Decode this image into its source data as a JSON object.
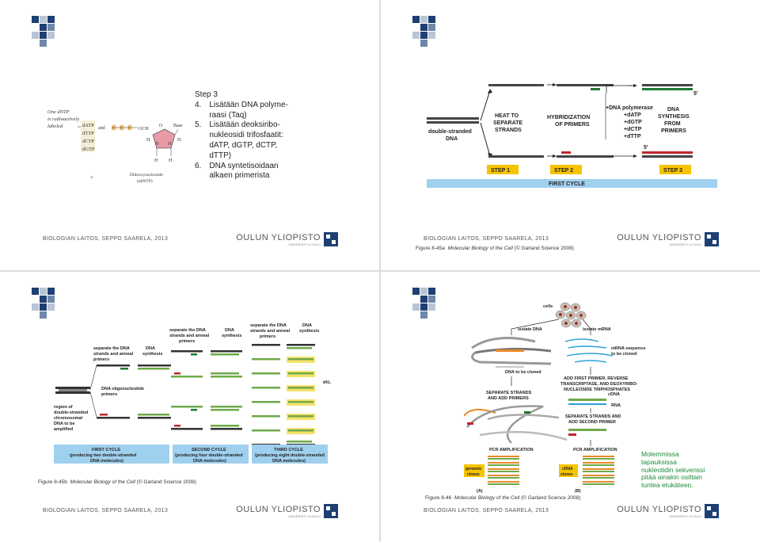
{
  "footer_org": "BIOLOGIAN LAITOS, SEPPO SAARELA, 2013",
  "university": {
    "name": "OULUN YLIOPISTO",
    "sub": "UNIVERSITY of OULU"
  },
  "slide1": {
    "ddntp": {
      "note_lines": [
        "One dNTP",
        "is radioactively",
        "labeled"
      ],
      "dntps": [
        "dATP",
        "dTTP",
        "dCTP",
        "dGTP"
      ],
      "and": "and",
      "plus": "+",
      "och2": "OCH",
      "base": "Base",
      "o": "O",
      "h": "H",
      "ddntp_name": "Dideoxynucleotide",
      "ddntp_abbr": "(ddNTP)",
      "p": "P"
    },
    "step_heading": "Step 3",
    "steps": [
      {
        "num": "4.",
        "lines": [
          "Lisätään DNA polyme-",
          "raasi (Taq)"
        ]
      },
      {
        "num": "5.",
        "lines": [
          "Lisätään deoksiribo-",
          "nukleosidi trifosfaatit:",
          "dATP, dGTP, dCTP,",
          "dTTP)"
        ]
      },
      {
        "num": "6.",
        "lines": [
          "DNA syntetisoidaan",
          "alkaen primerista"
        ]
      }
    ]
  },
  "slide2": {
    "labels": {
      "ds_dna": [
        "double-stranded",
        "DNA"
      ],
      "heat": [
        "HEAT TO",
        "SEPARATE",
        "STRANDS"
      ],
      "hybrid": [
        "HYBRIDIZATION",
        "OF PRIMERS"
      ],
      "poly": [
        "+DNA polymerase",
        "+dATP",
        "+dGTP",
        "+dCTP",
        "+dTTP"
      ],
      "synth": [
        "DNA",
        "SYNTHESIS",
        "FROM",
        "PRIMERS"
      ],
      "five_prime": "5′",
      "step1": "STEP 1",
      "step2": "STEP 2",
      "step3": "STEP 3",
      "first_cycle": "FIRST CYCLE"
    },
    "caption": {
      "fig": "Figure 8-45a",
      "title": "Molecular Biology of the Cell",
      "src": "(© Garland Science 2008)"
    }
  },
  "slide3": {
    "labels": {
      "sep1": [
        "separate the DNA",
        "strands and anneal",
        "primers"
      ],
      "synth": [
        "DNA",
        "synthesis"
      ],
      "oligo": [
        "DNA oligonucleotide",
        "primers"
      ],
      "region": [
        "region of",
        "double-stranded",
        "chromosomal",
        "DNA to be",
        "amplified"
      ],
      "etc": "etc.",
      "cycle1": [
        "FIRST CYCLE",
        "(producing two double-stranded",
        "DNA molecules)"
      ],
      "cycle2": [
        "SECOND CYCLE",
        "(producing four double-stranded",
        "DNA molecules)"
      ],
      "cycle3": [
        "THIRD CYCLE",
        "(producing eight double-stranded",
        "DNA molecules)"
      ]
    },
    "caption": {
      "fig": "Figure 8-45b",
      "title": "Molecular Biology of the Cell",
      "src": "(© Garland Science 2008)"
    }
  },
  "slide4": {
    "labels": {
      "cells": "cells",
      "isolate_dna": "isolate DNA",
      "isolate_mrna": "isolate mRNA",
      "mrna_seq": [
        "mRNA sequence",
        "to be cloned"
      ],
      "dna_cloned": "DNA to be cloned",
      "add_first": [
        "ADD FIRST PRIMER, REVERSE",
        "TRANSCRIPTASE, AND DEOXYRIBO-",
        "NUCLEOSIDE TRIPHOSPHATES"
      ],
      "cdna": "cDNA",
      "rna": "RNA",
      "sep_add": [
        "SEPARATE STRANDS",
        "AND ADD PRIMERS"
      ],
      "sep_add2": [
        "SEPARATE STRANDS AND",
        "ADD SECOND PRIMER"
      ],
      "pcr": "PCR AMPLIFICATION",
      "genomic": [
        "genomic",
        "clones"
      ],
      "cdna_clones": [
        "cDNA",
        "clones"
      ],
      "a": "(A)",
      "b": "(B)"
    },
    "note": [
      "Molemmissa",
      "tapauksissa",
      "nukleotidin sekvenssi",
      "pitää ainakin osittain",
      "tuntea etukäteen."
    ],
    "caption": {
      "fig": "Figure 8-46",
      "title": "Molecular Biology of the Cell",
      "src": "(© Garland Science 2008)"
    }
  }
}
